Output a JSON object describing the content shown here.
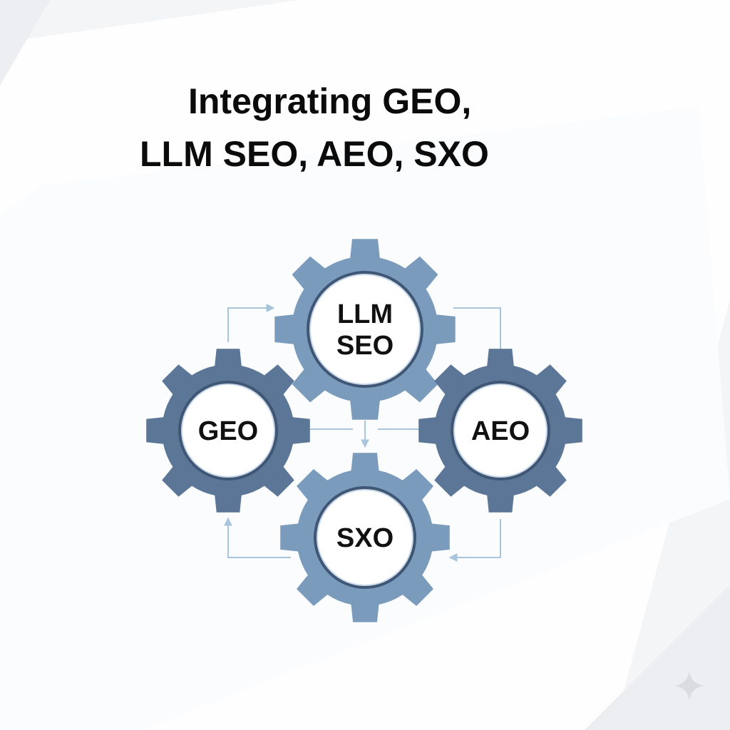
{
  "title": {
    "line1": "Integrating GEO,",
    "line2": "LLM SEO, AEO, SXO"
  },
  "gears": [
    {
      "id": "llm-seo",
      "label_lines": [
        "LLM",
        "SEO"
      ],
      "color": "#7b9bbd"
    },
    {
      "id": "geo",
      "label_lines": [
        "GEO"
      ],
      "color": "#5b7696"
    },
    {
      "id": "aeo",
      "label_lines": [
        "AEO"
      ],
      "color": "#5b7696"
    },
    {
      "id": "sxo",
      "label_lines": [
        "SXO"
      ],
      "color": "#7b9bbd"
    }
  ],
  "colors": {
    "background": "#f4f5f7",
    "arrow": "#a9c4dd",
    "hub_fill": "#ffffff",
    "hub_ring": "#3f5674"
  },
  "icons": [
    "sparkle-icon"
  ]
}
